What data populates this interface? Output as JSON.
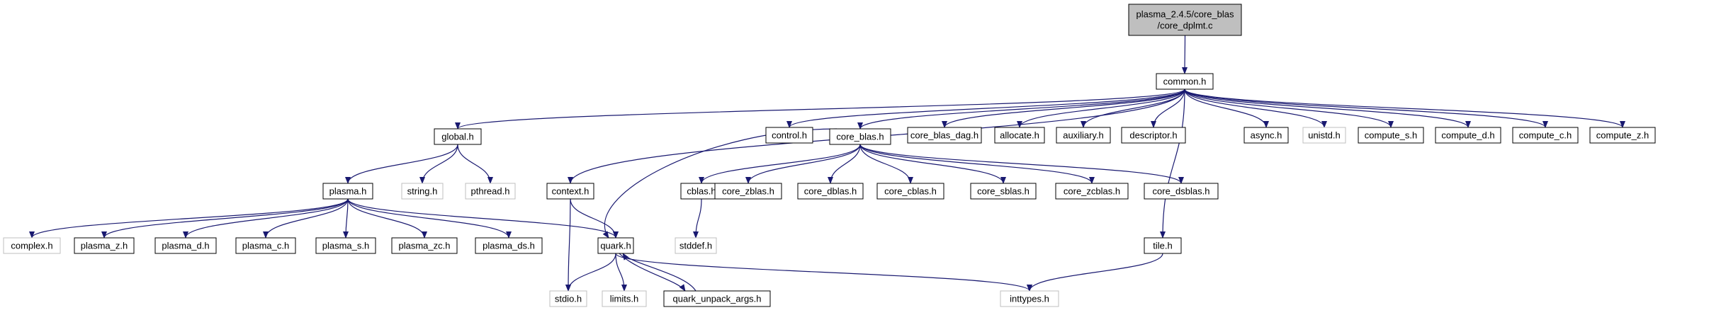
{
  "colors": {
    "edge": "#191970",
    "node_border": "#000000",
    "missing_border": "#bfbfbf",
    "root_fill": "#bfbfbf",
    "node_fill": "#ffffff"
  },
  "nodes": {
    "root": {
      "lines": [
        "plasma_2.4.5/core_blas",
        "/core_dplmt.c"
      ],
      "kind": "root"
    },
    "common": {
      "lines": [
        "common.h"
      ],
      "kind": "normal"
    },
    "global": {
      "lines": [
        "global.h"
      ],
      "kind": "normal"
    },
    "control": {
      "lines": [
        "control.h"
      ],
      "kind": "normal"
    },
    "core_blas": {
      "lines": [
        "core_blas.h"
      ],
      "kind": "normal"
    },
    "core_blas_dag": {
      "lines": [
        "core_blas_dag.h"
      ],
      "kind": "normal"
    },
    "allocate": {
      "lines": [
        "allocate.h"
      ],
      "kind": "normal"
    },
    "auxiliary": {
      "lines": [
        "auxiliary.h"
      ],
      "kind": "normal"
    },
    "descriptor": {
      "lines": [
        "descriptor.h"
      ],
      "kind": "normal"
    },
    "async": {
      "lines": [
        "async.h"
      ],
      "kind": "normal"
    },
    "unistd": {
      "lines": [
        "unistd.h"
      ],
      "kind": "missing"
    },
    "compute_s": {
      "lines": [
        "compute_s.h"
      ],
      "kind": "normal"
    },
    "compute_d": {
      "lines": [
        "compute_d.h"
      ],
      "kind": "normal"
    },
    "compute_c": {
      "lines": [
        "compute_c.h"
      ],
      "kind": "normal"
    },
    "compute_z": {
      "lines": [
        "compute_z.h"
      ],
      "kind": "normal"
    },
    "plasma": {
      "lines": [
        "plasma.h"
      ],
      "kind": "normal"
    },
    "string": {
      "lines": [
        "string.h"
      ],
      "kind": "missing"
    },
    "pthread": {
      "lines": [
        "pthread.h"
      ],
      "kind": "missing"
    },
    "context": {
      "lines": [
        "context.h"
      ],
      "kind": "normal"
    },
    "cblas": {
      "lines": [
        "cblas.h"
      ],
      "kind": "normal"
    },
    "core_zblas": {
      "lines": [
        "core_zblas.h"
      ],
      "kind": "normal"
    },
    "core_dblas": {
      "lines": [
        "core_dblas.h"
      ],
      "kind": "normal"
    },
    "core_cblas": {
      "lines": [
        "core_cblas.h"
      ],
      "kind": "normal"
    },
    "core_sblas": {
      "lines": [
        "core_sblas.h"
      ],
      "kind": "normal"
    },
    "core_zcblas": {
      "lines": [
        "core_zcblas.h"
      ],
      "kind": "normal"
    },
    "core_dsblas": {
      "lines": [
        "core_dsblas.h"
      ],
      "kind": "normal"
    },
    "tile": {
      "lines": [
        "tile.h"
      ],
      "kind": "normal"
    },
    "complex": {
      "lines": [
        "complex.h"
      ],
      "kind": "missing"
    },
    "plasma_z": {
      "lines": [
        "plasma_z.h"
      ],
      "kind": "normal"
    },
    "plasma_d": {
      "lines": [
        "plasma_d.h"
      ],
      "kind": "normal"
    },
    "plasma_c": {
      "lines": [
        "plasma_c.h"
      ],
      "kind": "normal"
    },
    "plasma_s": {
      "lines": [
        "plasma_s.h"
      ],
      "kind": "normal"
    },
    "plasma_zc": {
      "lines": [
        "plasma_zc.h"
      ],
      "kind": "normal"
    },
    "plasma_ds": {
      "lines": [
        "plasma_ds.h"
      ],
      "kind": "normal"
    },
    "quark": {
      "lines": [
        "quark.h"
      ],
      "kind": "normal"
    },
    "stddef": {
      "lines": [
        "stddef.h"
      ],
      "kind": "missing"
    },
    "stdio": {
      "lines": [
        "stdio.h"
      ],
      "kind": "missing"
    },
    "limits": {
      "lines": [
        "limits.h"
      ],
      "kind": "missing"
    },
    "quark_unpack_args": {
      "lines": [
        "quark_unpack_args.h"
      ],
      "kind": "normal"
    },
    "inttypes": {
      "lines": [
        "inttypes.h"
      ],
      "kind": "missing"
    }
  },
  "edges": [
    [
      "root",
      "common"
    ],
    [
      "common",
      "global"
    ],
    [
      "common",
      "control"
    ],
    [
      "common",
      "core_blas"
    ],
    [
      "common",
      "core_blas_dag"
    ],
    [
      "common",
      "allocate"
    ],
    [
      "common",
      "auxiliary"
    ],
    [
      "common",
      "descriptor"
    ],
    [
      "common",
      "async"
    ],
    [
      "common",
      "unistd"
    ],
    [
      "common",
      "compute_s"
    ],
    [
      "common",
      "compute_d"
    ],
    [
      "common",
      "compute_c"
    ],
    [
      "common",
      "compute_z"
    ],
    [
      "common",
      "context"
    ],
    [
      "common",
      "tile"
    ],
    [
      "global",
      "plasma"
    ],
    [
      "global",
      "string"
    ],
    [
      "global",
      "pthread"
    ],
    [
      "plasma",
      "complex"
    ],
    [
      "plasma",
      "plasma_z"
    ],
    [
      "plasma",
      "plasma_d"
    ],
    [
      "plasma",
      "plasma_c"
    ],
    [
      "plasma",
      "plasma_s"
    ],
    [
      "plasma",
      "plasma_zc"
    ],
    [
      "plasma",
      "plasma_ds"
    ],
    [
      "plasma",
      "quark"
    ],
    [
      "core_blas",
      "cblas"
    ],
    [
      "core_blas",
      "core_zblas"
    ],
    [
      "core_blas",
      "core_dblas"
    ],
    [
      "core_blas",
      "core_cblas"
    ],
    [
      "core_blas",
      "core_sblas"
    ],
    [
      "core_blas",
      "core_zcblas"
    ],
    [
      "core_blas",
      "core_dsblas"
    ],
    [
      "core_blas",
      "quark"
    ],
    [
      "cblas",
      "stddef"
    ],
    [
      "context",
      "quark"
    ],
    [
      "context",
      "stdio"
    ],
    [
      "quark",
      "stdio"
    ],
    [
      "quark",
      "limits"
    ],
    [
      "quark",
      "quark_unpack_args"
    ],
    [
      "quark",
      "inttypes"
    ],
    [
      "quark_unpack_args",
      "quark"
    ],
    [
      "tile",
      "inttypes"
    ]
  ]
}
